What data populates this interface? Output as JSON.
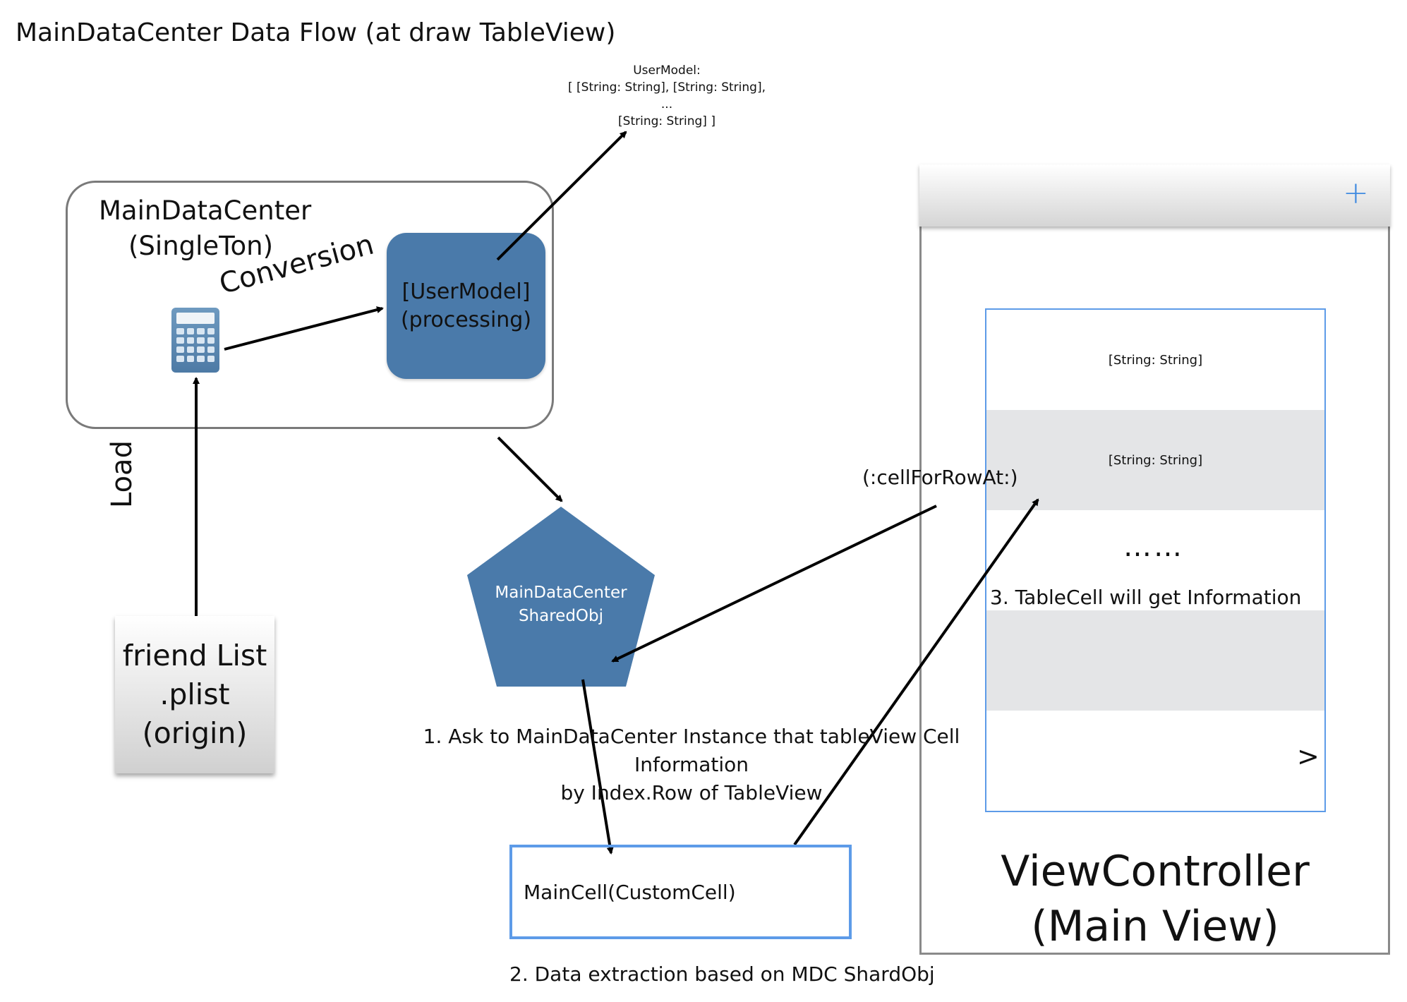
{
  "title": "MainDataCenter Data Flow (at draw TableView)",
  "usermodel_note": {
    "line1": "UserModel:",
    "line2": "[ [String: String], [String: String],",
    "line3": "...",
    "line4": "[String: String] ]"
  },
  "main_data_center": {
    "line1": "MainDataCenter",
    "line2": "(SingleTon)"
  },
  "conversion_label": "Conversion",
  "usermodel_box": {
    "line1": "[UserModel]",
    "line2": "(processing)"
  },
  "load_label": "Load",
  "plist": {
    "line1": "friend List",
    "line2": ".plist",
    "line3": "(origin)"
  },
  "shared_obj": {
    "line1": "MainDataCenter",
    "line2": "SharedObj"
  },
  "step1": {
    "line1": "1. Ask to MainDataCenter Instance that tableView Cell Information",
    "line2": "by Index.Row of TableView"
  },
  "cell_for_row_at": "(:cellForRowAt:)",
  "main_cell": "MainCell(CustomCell)",
  "step2": "2. Data extraction based on MDC ShardObj",
  "view_controller": {
    "header_plus": "+",
    "rows": [
      {
        "text": "[String: String]"
      },
      {
        "text": "[String: String]"
      }
    ],
    "ellipsis": "……",
    "step3": "3. TableCell will get Information",
    "chevron": ">",
    "title_line1": "ViewController",
    "title_line2": "(Main View)"
  },
  "colors": {
    "blue_fill": "#4a7aaa",
    "cell_border": "#5d9be8",
    "row_gray": "#e4e5e7"
  }
}
